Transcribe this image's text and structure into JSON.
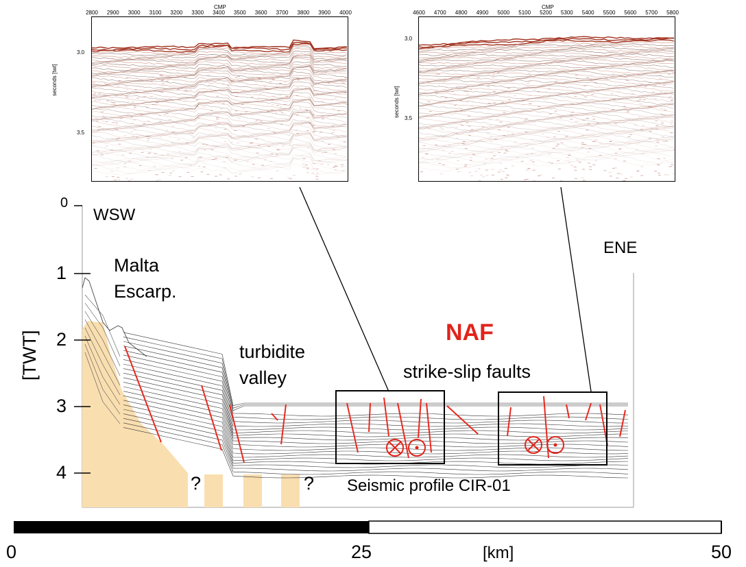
{
  "inset_left": {
    "axis_title_top": "CMP",
    "axis_title_side": "seconds [twt]",
    "x_ticks": [
      "2800",
      "2900",
      "3000",
      "3100",
      "3200",
      "3300",
      "3400",
      "3500",
      "3600",
      "3700",
      "3800",
      "3900",
      "4000"
    ],
    "y_ticks": [
      "3.0",
      "3.5"
    ]
  },
  "inset_right": {
    "axis_title_top": "CMP",
    "axis_title_side": "seconds [twt]",
    "x_ticks": [
      "4600",
      "4700",
      "4800",
      "4900",
      "5000",
      "5100",
      "5200",
      "5300",
      "5400",
      "5500",
      "5600",
      "5700",
      "5800"
    ],
    "y_ticks": [
      "3.0",
      "3.5"
    ]
  },
  "section": {
    "y_axis_label": "[TWT]",
    "y_ticks": [
      "0",
      "1",
      "2",
      "3",
      "4"
    ],
    "left_direction": "WSW",
    "right_direction": "ENE",
    "escarpment_line1": "Malta",
    "escarpment_line2": "Escarp.",
    "valley_line1": "turbidite",
    "valley_line2": "valley",
    "fault_system": "NAF",
    "fault_type": "strike-slip faults",
    "profile_name": "Seismic profile CIR-01",
    "unknown_marker": "?",
    "colors": {
      "basement": "#f9deb0",
      "faults": "#e8281e",
      "reflectors": "#333333",
      "fault_label": "#e2231a"
    }
  },
  "scale_bar": {
    "ticks": [
      "0",
      "25",
      "50"
    ],
    "unit": "[km]"
  }
}
